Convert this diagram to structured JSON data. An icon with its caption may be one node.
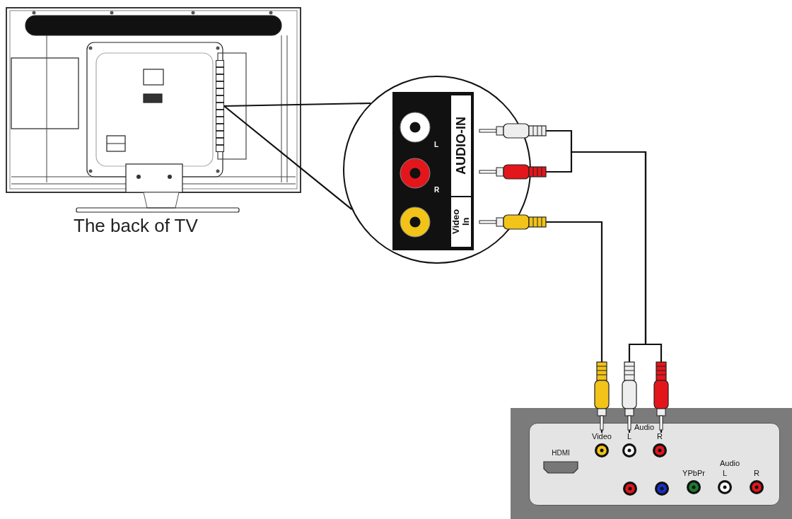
{
  "diagram": {
    "nodes": [
      {
        "text": [],
        "shape": "picture",
        "beside": [
          "The back of TV"
        ]
      },
      {
        "text": [],
        "shape": "bar",
        "in": 0
      },
      {
        "text": [],
        "shape": "circle"
      },
      {
        "text": [],
        "shape": "circle",
        "in": 2
      },
      {
        "text": [],
        "shape": "circle",
        "in": 2
      },
      {
        "text": [],
        "shape": "circle",
        "in": 2
      },
      {
        "text": [],
        "shape": "box"
      },
      {
        "text": [
          "HDMI"
        ],
        "in": 6
      },
      {
        "text": [
          "Video"
        ],
        "in": 6
      },
      {
        "text": [
          "L"
        ],
        "in": 6
      },
      {
        "text": [
          "R"
        ],
        "in": 6
      },
      {
        "text": [],
        "shape": "circle",
        "in": 6
      },
      {
        "text": [],
        "shape": "circle",
        "in": 6
      },
      {
        "text": [
          "YPbPr"
        ],
        "in": 6
      },
      {
        "text": [
          "L"
        ],
        "in": 6
      },
      {
        "text": [
          "R"
        ],
        "in": 6
      }
    ],
    "edges": [
      {
        "from": 1,
        "to": 2,
        "arrow": "none"
      },
      {
        "from": 2,
        "to": 9,
        "arrow": "none"
      },
      {
        "from": 2,
        "to": 10,
        "arrow": "none"
      },
      {
        "from": 2,
        "to": 8,
        "arrow": "none"
      }
    ],
    "labels": [
      "AUDIO-IN",
      "L",
      "R",
      "Video In",
      "Audio",
      "Audio"
    ]
  }
}
